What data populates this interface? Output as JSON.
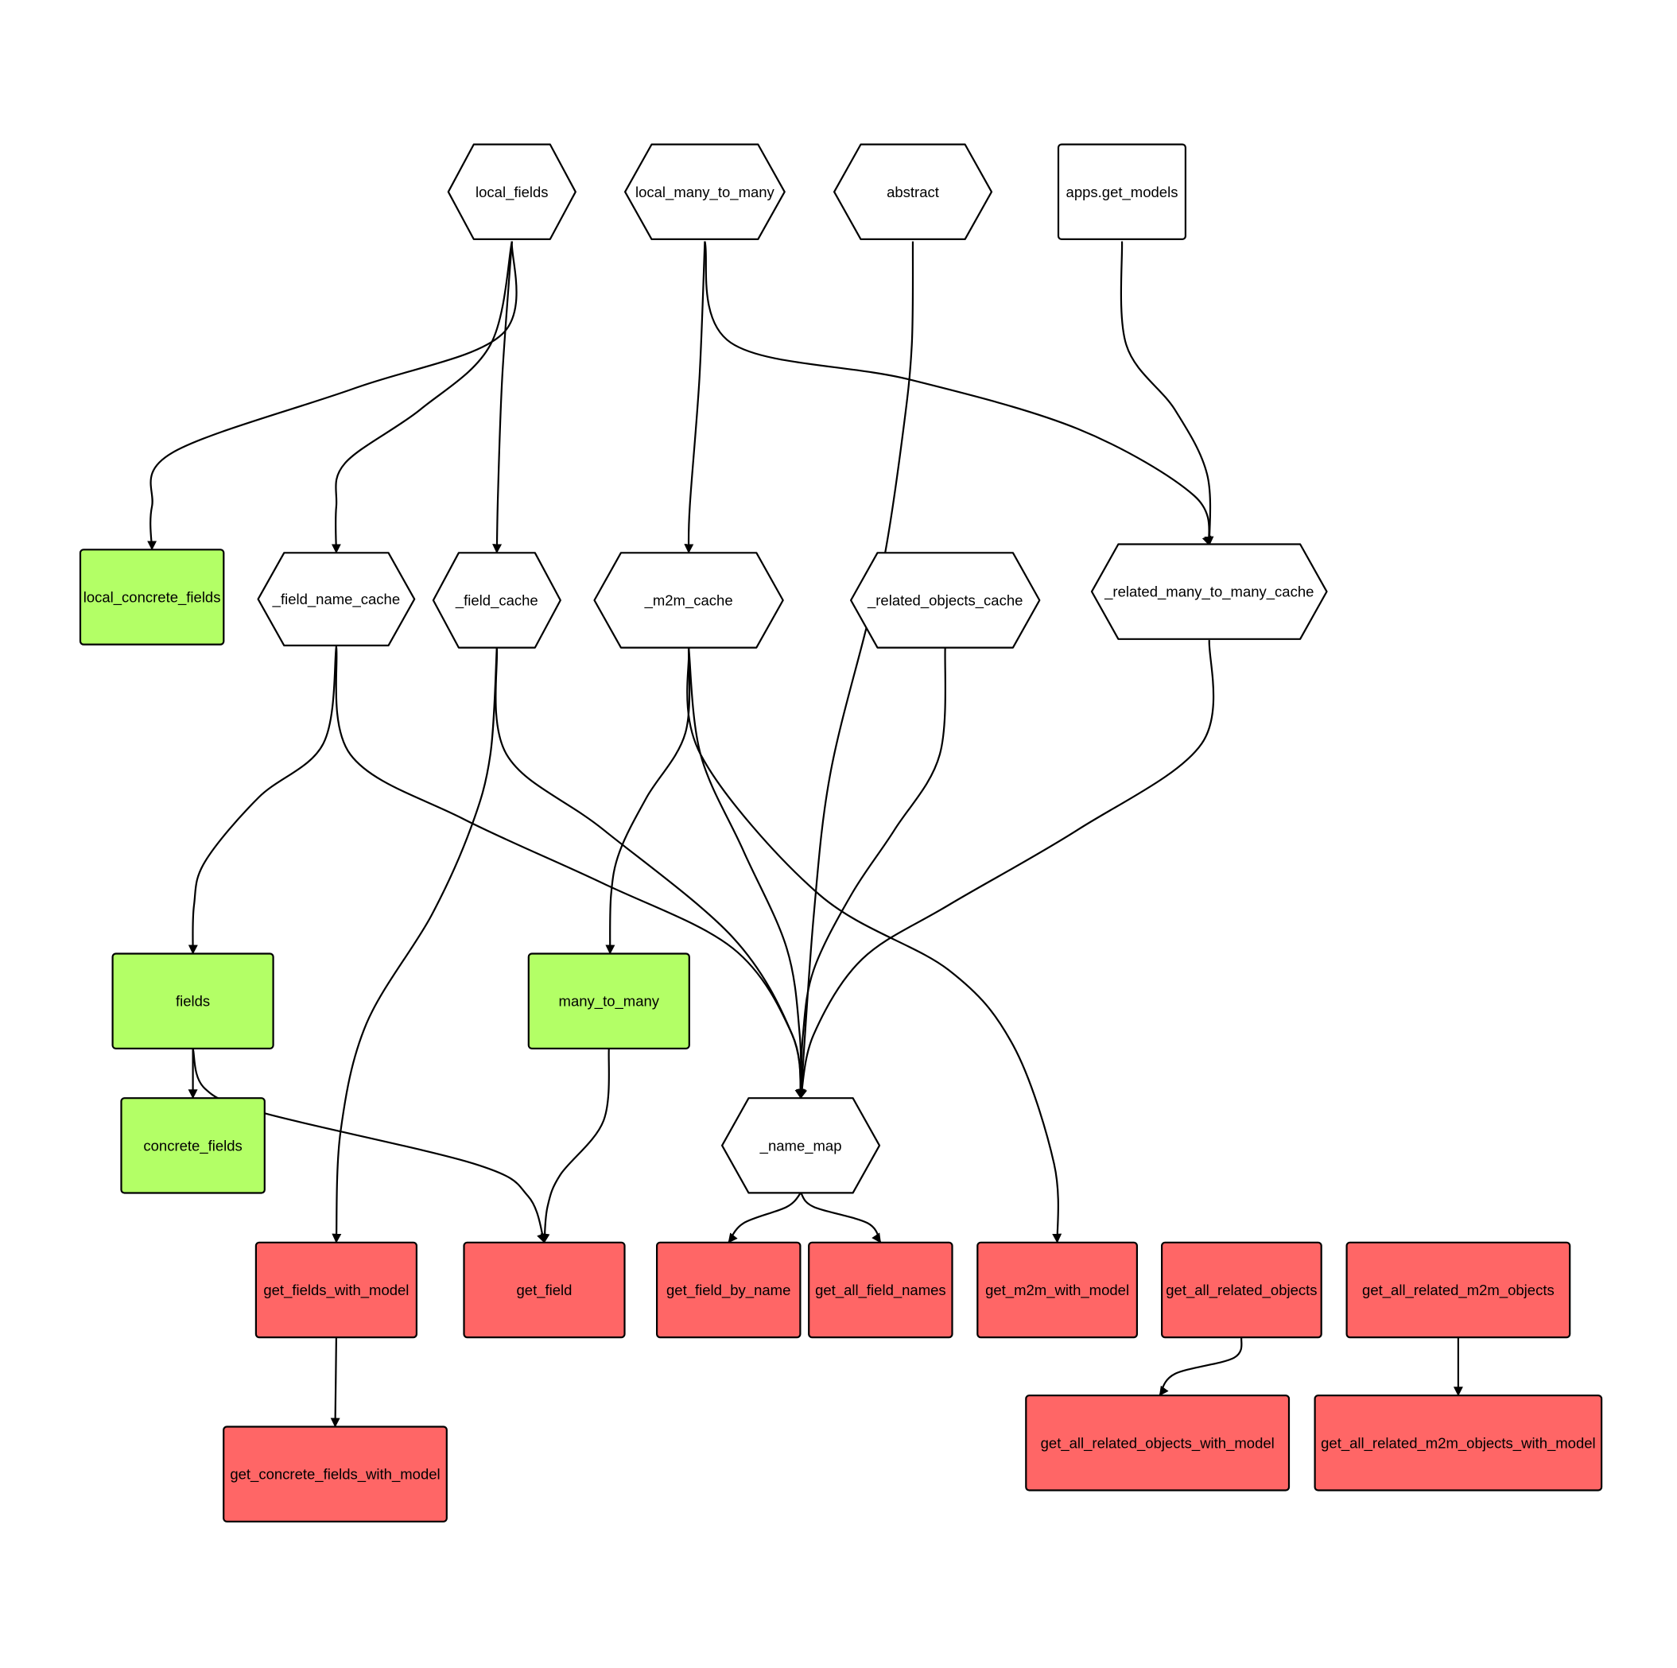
{
  "colors": {
    "plain_fill": "#ffffff",
    "green_fill": "#b3ff66",
    "red_fill": "#ff6666",
    "stroke": "#000000"
  },
  "nodes": [
    {
      "id": "local_fields",
      "label": "local_fields",
      "shape": "hexagon",
      "fill": "plain"
    },
    {
      "id": "local_many_to_many",
      "label": "local_many_to_many",
      "shape": "hexagon",
      "fill": "plain"
    },
    {
      "id": "abstract",
      "label": "abstract",
      "shape": "hexagon",
      "fill": "plain"
    },
    {
      "id": "apps_get_models",
      "label": "apps.get_models",
      "shape": "rectangle",
      "fill": "plain"
    },
    {
      "id": "local_concrete_fields",
      "label": "local_concrete_fields",
      "shape": "rectangle",
      "fill": "green"
    },
    {
      "id": "field_name_cache",
      "label": "_field_name_cache",
      "shape": "hexagon",
      "fill": "plain"
    },
    {
      "id": "field_cache",
      "label": "_field_cache",
      "shape": "hexagon",
      "fill": "plain"
    },
    {
      "id": "m2m_cache",
      "label": "_m2m_cache",
      "shape": "hexagon",
      "fill": "plain"
    },
    {
      "id": "related_objects_cache",
      "label": "_related_objects_cache",
      "shape": "hexagon",
      "fill": "plain"
    },
    {
      "id": "related_many_to_many_cache",
      "label": "_related_many_to_many_cache",
      "shape": "hexagon",
      "fill": "plain"
    },
    {
      "id": "fields",
      "label": "fields",
      "shape": "rectangle",
      "fill": "green"
    },
    {
      "id": "many_to_many",
      "label": "many_to_many",
      "shape": "rectangle",
      "fill": "green"
    },
    {
      "id": "concrete_fields",
      "label": "concrete_fields",
      "shape": "rectangle",
      "fill": "green"
    },
    {
      "id": "name_map",
      "label": "_name_map",
      "shape": "hexagon",
      "fill": "plain"
    },
    {
      "id": "get_fields_with_model",
      "label": "get_fields_with_model",
      "shape": "rectangle",
      "fill": "red"
    },
    {
      "id": "get_field",
      "label": "get_field",
      "shape": "rectangle",
      "fill": "red"
    },
    {
      "id": "get_field_by_name",
      "label": "get_field_by_name",
      "shape": "rectangle",
      "fill": "red"
    },
    {
      "id": "get_all_field_names",
      "label": "get_all_field_names",
      "shape": "rectangle",
      "fill": "red"
    },
    {
      "id": "get_m2m_with_model",
      "label": "get_m2m_with_model",
      "shape": "rectangle",
      "fill": "red"
    },
    {
      "id": "get_all_related_objects",
      "label": "get_all_related_objects",
      "shape": "rectangle",
      "fill": "red"
    },
    {
      "id": "get_all_related_m2m_objects",
      "label": "get_all_related_m2m_objects",
      "shape": "rectangle",
      "fill": "red"
    },
    {
      "id": "get_concrete_fields_with_model",
      "label": "get_concrete_fields_with_model",
      "shape": "rectangle",
      "fill": "red"
    },
    {
      "id": "get_all_related_objects_with_model",
      "label": "get_all_related_objects_with_model",
      "shape": "rectangle",
      "fill": "red"
    },
    {
      "id": "get_all_related_m2m_objects_with_model",
      "label": "get_all_related_m2m_objects_with_model",
      "shape": "rectangle",
      "fill": "red"
    }
  ],
  "edges": [
    {
      "from": "local_fields",
      "to": "local_concrete_fields"
    },
    {
      "from": "local_fields",
      "to": "field_name_cache"
    },
    {
      "from": "local_fields",
      "to": "field_cache"
    },
    {
      "from": "local_many_to_many",
      "to": "m2m_cache"
    },
    {
      "from": "local_many_to_many",
      "to": "related_many_to_many_cache"
    },
    {
      "from": "abstract",
      "to": "name_map"
    },
    {
      "from": "apps_get_models",
      "to": "related_many_to_many_cache"
    },
    {
      "from": "field_name_cache",
      "to": "fields"
    },
    {
      "from": "field_name_cache",
      "to": "name_map"
    },
    {
      "from": "field_cache",
      "to": "get_fields_with_model"
    },
    {
      "from": "field_cache",
      "to": "name_map"
    },
    {
      "from": "m2m_cache",
      "to": "many_to_many"
    },
    {
      "from": "m2m_cache",
      "to": "name_map"
    },
    {
      "from": "m2m_cache",
      "to": "get_m2m_with_model"
    },
    {
      "from": "related_objects_cache",
      "to": "name_map"
    },
    {
      "from": "related_many_to_many_cache",
      "to": "name_map"
    },
    {
      "from": "fields",
      "to": "concrete_fields"
    },
    {
      "from": "fields",
      "to": "get_field"
    },
    {
      "from": "many_to_many",
      "to": "get_field"
    },
    {
      "from": "name_map",
      "to": "get_field_by_name"
    },
    {
      "from": "name_map",
      "to": "get_all_field_names"
    },
    {
      "from": "get_fields_with_model",
      "to": "get_concrete_fields_with_model"
    },
    {
      "from": "get_all_related_objects",
      "to": "get_all_related_objects_with_model"
    },
    {
      "from": "get_all_related_m2m_objects",
      "to": "get_all_related_m2m_objects_with_model"
    }
  ]
}
